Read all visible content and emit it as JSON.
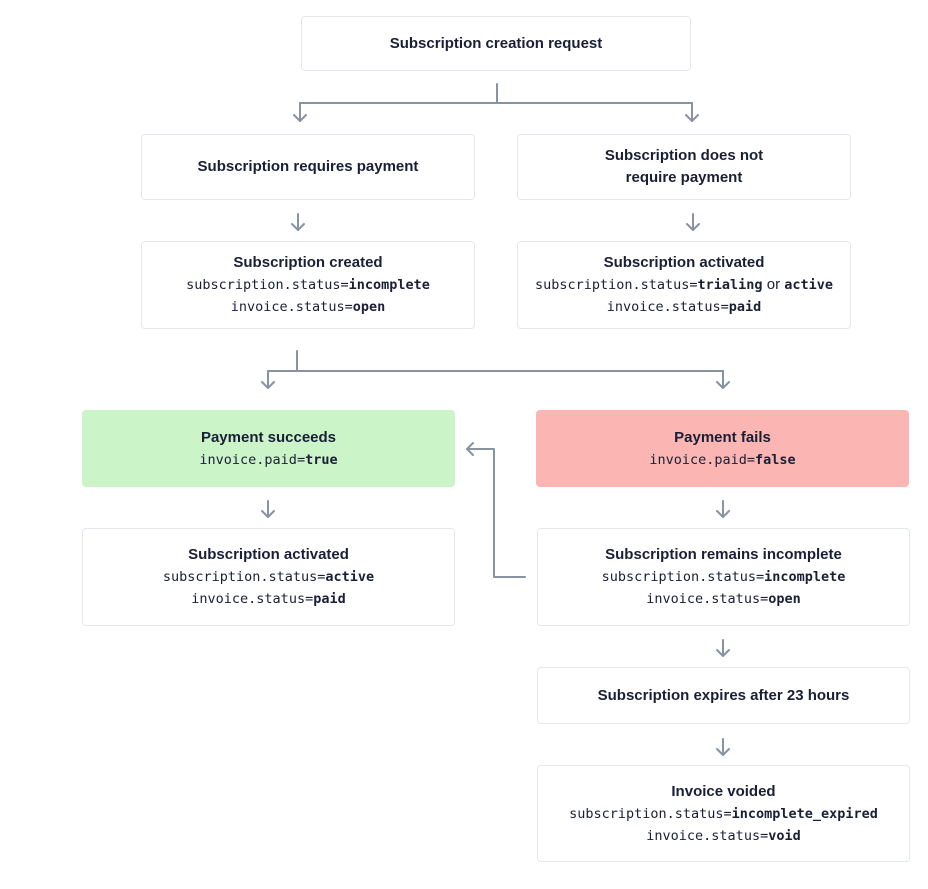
{
  "colors": {
    "border": "#e3e8ee",
    "connector": "#8792a2",
    "success_fill": "#cbf4c9",
    "danger_fill": "#fbb5b2",
    "text": "#1a1f36"
  },
  "nodes": {
    "request": {
      "title": "Subscription creation request"
    },
    "requires_payment": {
      "title": "Subscription requires payment"
    },
    "no_payment": {
      "title": "Subscription does not\nrequire payment"
    },
    "created": {
      "title": "Subscription created",
      "line1": {
        "key": "subscription.status=",
        "value": "incomplete"
      },
      "line2": {
        "key": "invoice.status=",
        "value": "open"
      }
    },
    "activated_top": {
      "title": "Subscription activated",
      "line1": {
        "key": "subscription.status=",
        "value": "trialing",
        "joiner": " or ",
        "value2": "active"
      },
      "line2": {
        "key": "invoice.status=",
        "value": "paid"
      }
    },
    "payment_succeeds": {
      "title": "Payment succeeds",
      "line1": {
        "key": "invoice.paid=",
        "value": "true"
      }
    },
    "payment_fails": {
      "title": "Payment fails",
      "line1": {
        "key": "invoice.paid=",
        "value": "false"
      }
    },
    "activated_bottom": {
      "title": "Subscription activated",
      "line1": {
        "key": "subscription.status=",
        "value": "active"
      },
      "line2": {
        "key": "invoice.status=",
        "value": "paid"
      }
    },
    "remains_incomplete": {
      "title": "Subscription remains incomplete",
      "line1": {
        "key": "subscription.status=",
        "value": "incomplete"
      },
      "line2": {
        "key": "invoice.status=",
        "value": "open"
      }
    },
    "expires": {
      "title": "Subscription expires after 23 hours"
    },
    "voided": {
      "title": "Invoice voided",
      "line1": {
        "key": "subscription.status=",
        "value": "incomplete_expired"
      },
      "line2": {
        "key": "invoice.status=",
        "value": "void"
      }
    }
  }
}
